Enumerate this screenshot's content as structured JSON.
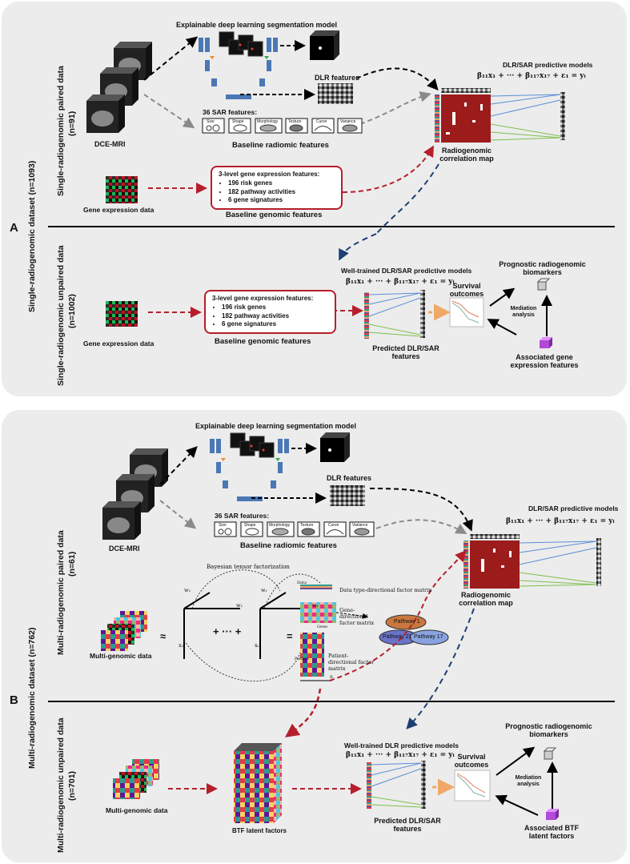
{
  "panel_a": {
    "label": "A",
    "dataset_label": "Single-radiogenomic dataset (n=1093)",
    "paired_label": "Single-radiogenomic paired data",
    "paired_n": "(n=91)",
    "unpaired_label": "Single-radiogenomic unpaired data",
    "unpaired_n": "(n=1002)",
    "seg_model_title": "Explainable deep learning segmentation model",
    "dlr_features": "DLR features",
    "sar_features_title": "36 SAR features:",
    "sar_icons": [
      "Size",
      "Shape",
      "Morphology",
      "Texture",
      "Curve",
      "Variance"
    ],
    "baseline_radiomic": "Baseline radiomic features",
    "dce_mri": "DCE-MRI",
    "gene_expr_data": "Gene expression data",
    "gene_box_title": "3-level gene expression features:",
    "gene_box_items": [
      "196 risk genes",
      "182 pathway activities",
      "6 gene signatures"
    ],
    "baseline_genomic": "Baseline genomic features",
    "predictive_models": "DLR/SAR predictive models",
    "formula": "β₁₁x₁ + ··· + β₁₁₇x₁₇ + ε₁ = yᵢ",
    "corr_map": "Radiogenomic correlation map",
    "unpaired_gene_expr": "Gene expression data",
    "unpaired_gene_box_title": "3-level gene expression features:",
    "unpaired_gene_box_items": [
      "196 risk genes",
      "182 pathway activities",
      "6 gene signatures"
    ],
    "unpaired_baseline_genomic": "Baseline genomic features",
    "well_trained": "Well-trained DLR/SAR predictive models",
    "formula2": "β₁₁x₁ + ··· + β₁₁₇x₁₇ + ε₁ = yᵢ",
    "survival": "Survival outcomes",
    "predicted": "Predicted DLR/SAR features",
    "prognostic": "Prognostic radiogenomic biomarkers",
    "mediation": "Mediation analysis",
    "associated": "Associated gene expression features"
  },
  "panel_b": {
    "label": "B",
    "dataset_label": "Multi-radiogenomic dataset (n=762)",
    "paired_label": "Multi-radiogenomic paired data",
    "paired_n": "(n=61)",
    "unpaired_label": "Multi-radiogenomic unpaired data",
    "unpaired_n": "(n=701)",
    "seg_model_title": "Explainable deep learning segmentation model",
    "dlr_features": "DLR features",
    "sar_features_title": "36 SAR features:",
    "sar_icons": [
      "Size",
      "Shape",
      "Morphology",
      "Texture",
      "Curve",
      "Variance"
    ],
    "baseline_radiomic": "Baseline radiomic features",
    "dce_mri": "DCE-MRI",
    "predictive_models": "DLR/SAR predictive models",
    "formula": "β₁₁x₁ + ··· + β₁₁₇x₁₇ + ε₁ = yᵢ",
    "corr_map": "Radiogenomic correlation map",
    "btf_title": "Bayesian tensor factorization",
    "multi_genomic": "Multi-genomic data",
    "data_type_matrix": "Data type-directional factor matrix",
    "gene_matrix": "Gene-directional factor matrix",
    "patient_matrix": "Patient-directional factor matrix",
    "pathway_1": "Pathway 1",
    "pathway_21": "Pathway 21",
    "pathway_17": "Pathway 17",
    "approx": "≈",
    "plus_dots": "+ ··· +",
    "equals": "=",
    "sym_w1": "w₁",
    "sym_x1": "x₁",
    "sym_wr": "wᵣ",
    "sym_xr": "xᵣ",
    "sym_gene": "Gene",
    "sym_patient": "Patient",
    "sym_data": "Data",
    "sym_r": "R",
    "unpaired_multi_genomic": "Multi-genomic data",
    "btf_latent": "BTF latent factors",
    "well_trained": "Well-trained DLR predictive models",
    "formula2": "β₁₁x₁ + ··· + β₁₁₇x₁₇ + ε₁ = yᵢ",
    "survival": "Survival outcomes",
    "predicted": "Predicted DLR/SAR features",
    "prognostic": "Prognostic radiogenomic biomarkers",
    "mediation": "Mediation analysis",
    "associated": "Associated BTF latent factors"
  },
  "colors": {
    "panel_bg": "#ececec",
    "red_arrow": "#b51f2b",
    "blue_arrow": "#1f3f73",
    "gray_arrow": "#8a8a8a",
    "corr_map": "#9c1c1c",
    "orange_arrow": "#f0a868"
  }
}
